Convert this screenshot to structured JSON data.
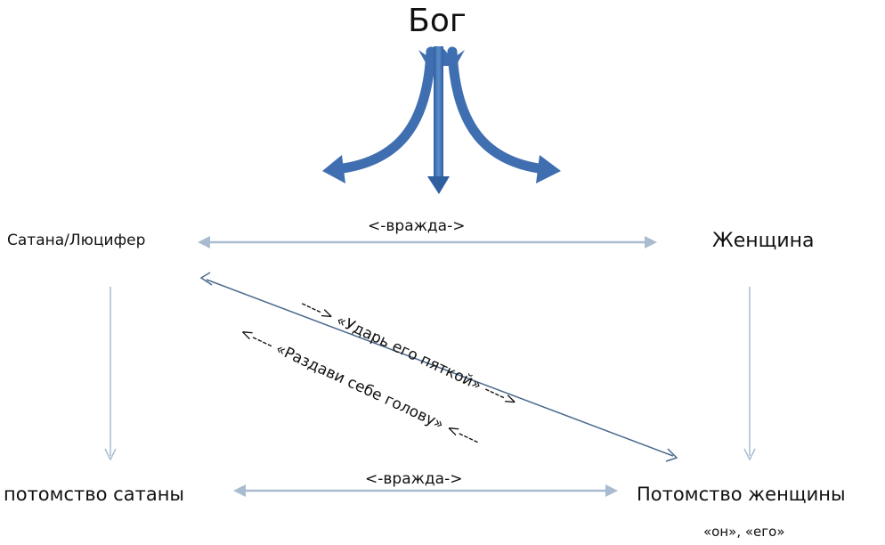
{
  "title": "Бог",
  "nodes": {
    "satan": "Сатана/Люцифер",
    "woman": "Женщина",
    "satan_seed": "потомство сатаны",
    "woman_seed": "Потомство женщины",
    "woman_seed_note": "«он», «его»"
  },
  "relations": {
    "enmity_top": "<-вражда->",
    "enmity_bottom": "<-вражда->",
    "strike_heel": "----> «Ударь его пяткой» ---->",
    "crush_head": "<---- «Раздави себе голову» <----"
  },
  "colors": {
    "god_arrow": "#3f6fb0",
    "connector": "#a9bccf",
    "diagonal": "#4a6a8c",
    "text": "#111111"
  }
}
